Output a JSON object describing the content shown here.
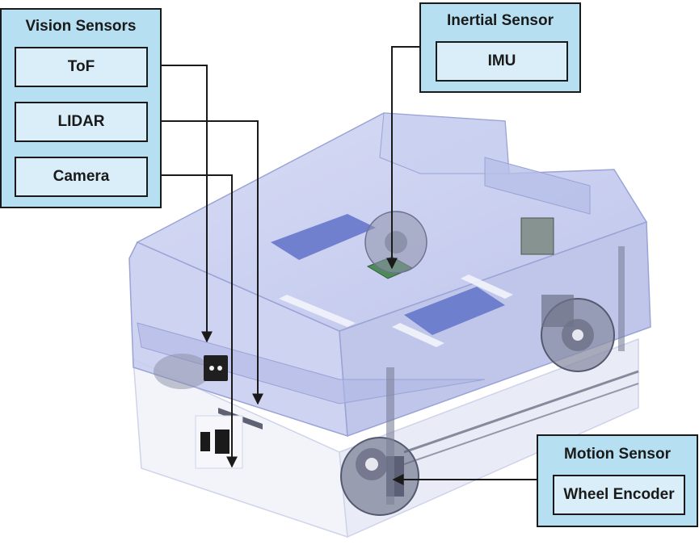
{
  "groups": {
    "vision": {
      "title": "Vision Sensors",
      "items": [
        "ToF",
        "LIDAR",
        "Camera"
      ]
    },
    "inertial": {
      "title": "Inertial Sensor",
      "items": [
        "IMU"
      ]
    },
    "motion": {
      "title": "Motion Sensor",
      "items": [
        "Wheel Encoder"
      ]
    }
  },
  "colors": {
    "panel": "#b6e0f2",
    "box": "#d9eef8",
    "line": "#1a1a1a",
    "robot_shell": "#c7cdef",
    "robot_edge": "#9aa3d6",
    "panel_blue": "#5f72c9",
    "imu_board": "#4f8a5a"
  }
}
